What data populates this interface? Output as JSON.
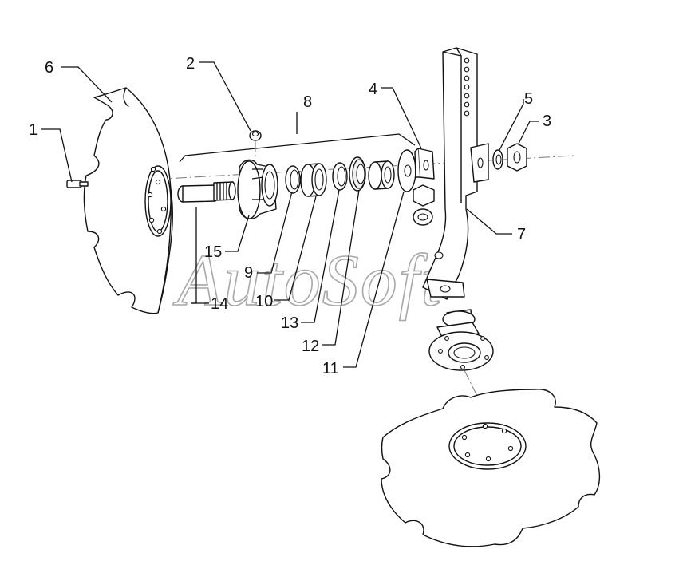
{
  "watermark": "AutoSoft",
  "callouts": [
    {
      "id": "1",
      "label": "1"
    },
    {
      "id": "2",
      "label": "2"
    },
    {
      "id": "3",
      "label": "3"
    },
    {
      "id": "4",
      "label": "4"
    },
    {
      "id": "5",
      "label": "5"
    },
    {
      "id": "6",
      "label": "6"
    },
    {
      "id": "7",
      "label": "7"
    },
    {
      "id": "8",
      "label": "8"
    },
    {
      "id": "9",
      "label": "9"
    },
    {
      "id": "10",
      "label": "10"
    },
    {
      "id": "11",
      "label": "11"
    },
    {
      "id": "12",
      "label": "12"
    },
    {
      "id": "13",
      "label": "13"
    },
    {
      "id": "14",
      "label": "14"
    },
    {
      "id": "15",
      "label": "15"
    }
  ],
  "colors": {
    "line": "#111111",
    "watermark": "#a8a8a8",
    "axis": "#777777"
  }
}
